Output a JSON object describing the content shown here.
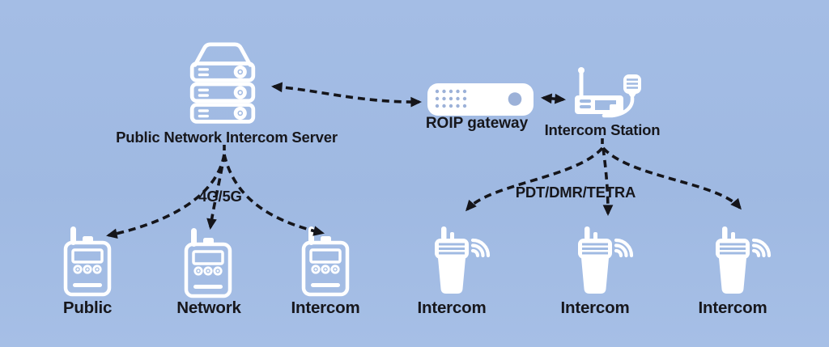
{
  "diagram": {
    "title": "Intercom network diagram",
    "server": {
      "label": "Public Network Intercom Server"
    },
    "gateway": {
      "label": "ROIP gateway"
    },
    "station": {
      "label": "Intercom Station"
    },
    "links": {
      "left_fan_label": "4G/5G",
      "right_fan_label": "PDT/DMR/TETRA"
    },
    "left_devices": [
      {
        "label": "Public"
      },
      {
        "label": "Network"
      },
      {
        "label": "Intercom"
      }
    ],
    "right_devices": [
      {
        "label": "Intercom"
      },
      {
        "label": "Intercom"
      },
      {
        "label": "Intercom"
      }
    ],
    "colors": {
      "background": "#a0bae2",
      "icon": "#ffffff",
      "arrow": "#15151a",
      "text": "#17171c",
      "gateway_detail": "#9cb1d8"
    }
  }
}
